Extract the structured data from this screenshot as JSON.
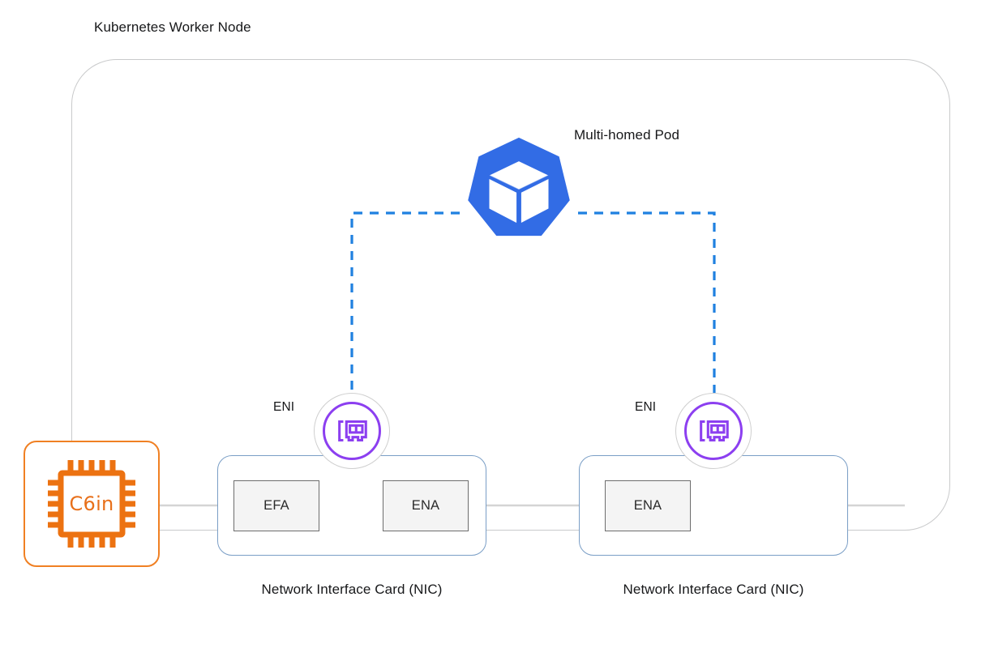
{
  "diagram": {
    "title": "Kubernetes Worker Node",
    "background_color": "#ffffff"
  },
  "worker_node": {
    "label": "Kubernetes Worker Node",
    "border_color": "#c9cacb"
  },
  "pod": {
    "label": "Multi-homed Pod",
    "icon": "kubernetes-logo-icon",
    "color": "#326ce5"
  },
  "instance": {
    "label": "C6in",
    "icon": "cpu-chip-icon",
    "color": "#e8701a",
    "border_color": "#f08023"
  },
  "eni": {
    "left": {
      "label": "ENI",
      "icon": "network-interface-card-icon",
      "color": "#8c3ff0"
    },
    "right": {
      "label": "ENI",
      "icon": "network-interface-card-icon",
      "color": "#8c3ff0"
    }
  },
  "nics": [
    {
      "label": "Network Interface Card (NIC)",
      "border_color": "#7a9ec6",
      "adapters": [
        {
          "label": "EFA"
        },
        {
          "label": "ENA"
        }
      ]
    },
    {
      "label": "Network Interface Card (NIC)",
      "border_color": "#7a9ec6",
      "adapters": [
        {
          "label": "ENA"
        }
      ]
    }
  ],
  "connections": {
    "pod_to_eni_style": "dashed",
    "pod_to_eni_color": "#1f80e0",
    "bus_line_color": "#d4d4d4"
  }
}
